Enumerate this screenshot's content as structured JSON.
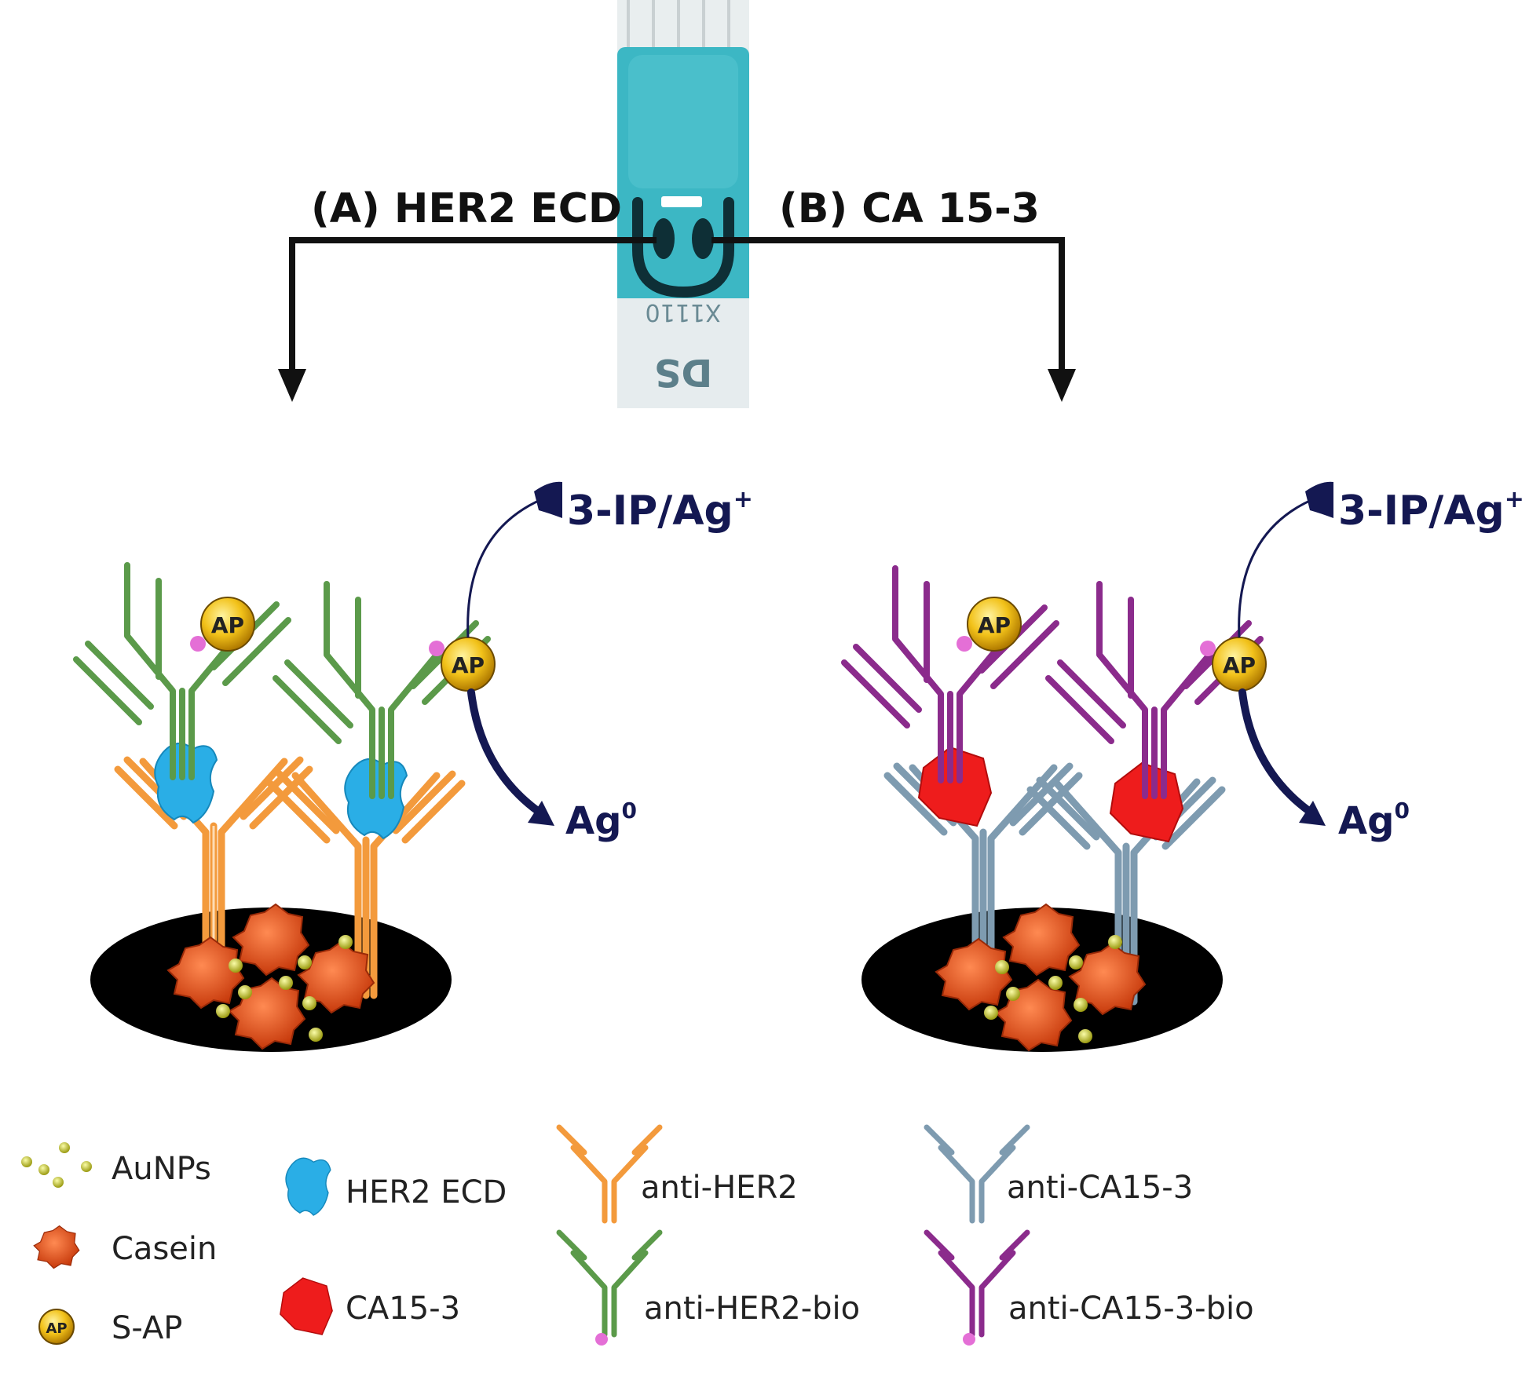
{
  "panels": {
    "a_title": "(A) HER2 ECD",
    "b_title": "(B) CA 15-3"
  },
  "electrode": {
    "code": "X1110",
    "brand": "DS"
  },
  "reaction": {
    "substrate": "3-IP/Ag",
    "substrate_sup": "+",
    "product": "Ag",
    "product_sup": "0",
    "enzyme_tag": "AP"
  },
  "legend": {
    "aunps": "AuNPs",
    "casein": "Casein",
    "sap": "S-AP",
    "her2_ecd": "HER2 ECD",
    "ca153": "CA15-3",
    "anti_her2": "anti-HER2",
    "anti_her2_bio": "anti-HER2-bio",
    "anti_ca153": "anti-CA15-3",
    "anti_ca153_bio": "anti-CA15-3-bio"
  },
  "colors": {
    "sensor_teal": "#3cb7c4",
    "anti_her2": "#f39a3c",
    "anti_her2_bio": "#5b9a4a",
    "anti_ca153": "#7e9bb0",
    "anti_ca153_bio": "#8b2b8c",
    "her2_ecd": "#2aaee6",
    "ca153": "#ee1c1c",
    "casein": "#e04a18",
    "aunp": "#d7d92a",
    "ap": "#e8b400",
    "arrow_navy": "#141852"
  }
}
